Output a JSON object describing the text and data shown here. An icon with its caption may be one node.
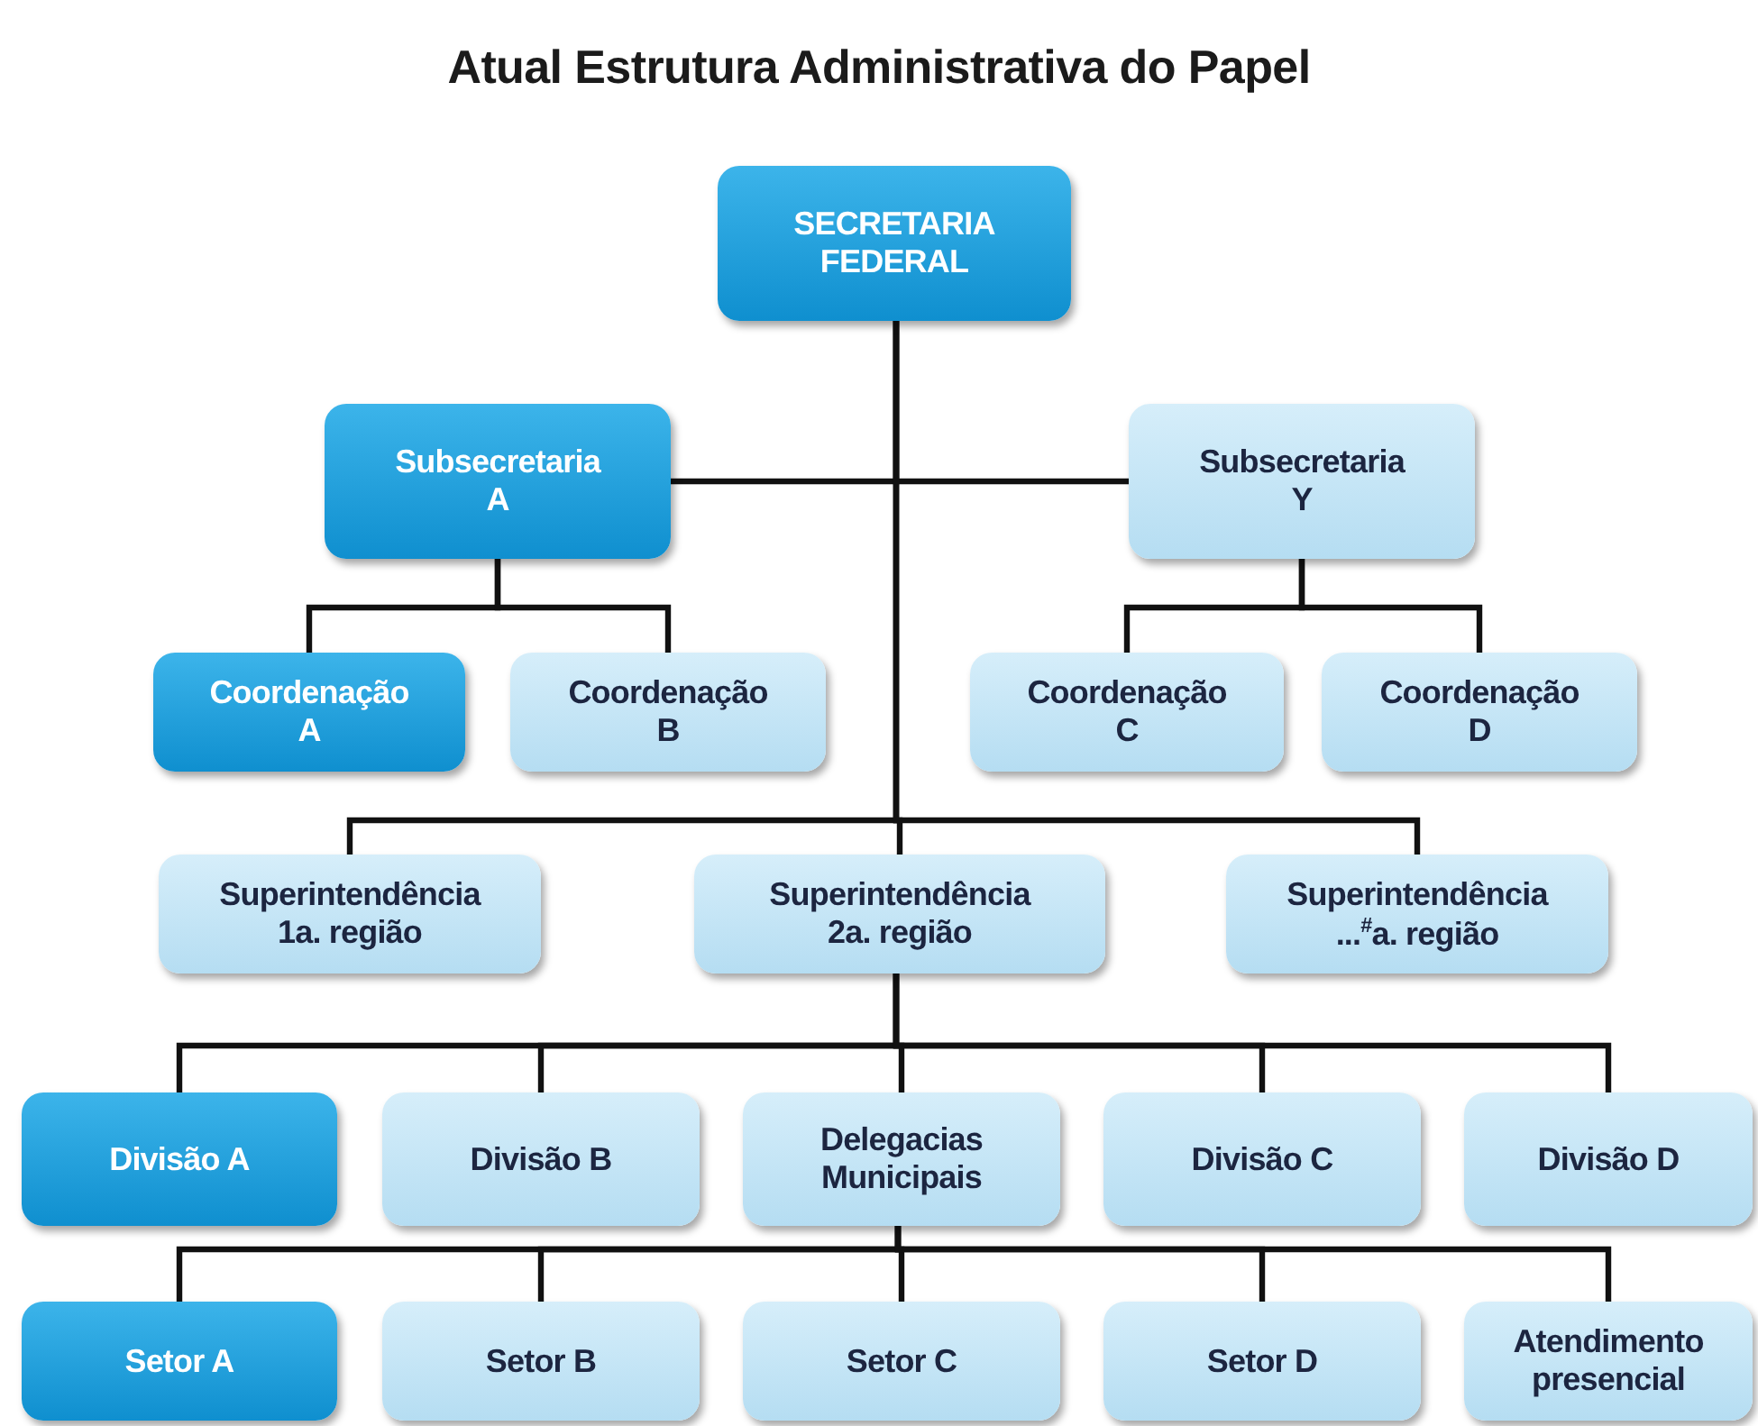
{
  "diagram": {
    "title": "Atual Estrutura Administrativa do Papel",
    "nodes": [
      {
        "text": [
          "SECRETARIA FEDERAL"
        ]
      },
      {
        "text": [
          "Subsecretaria A"
        ]
      },
      {
        "text": [
          "Subsecretaria Y"
        ]
      },
      {
        "text": [
          "Coordenação A"
        ]
      },
      {
        "text": [
          "Coordenação B"
        ]
      },
      {
        "text": [
          "Coordenação C"
        ]
      },
      {
        "text": [
          "Coordenação D"
        ]
      },
      {
        "text": [
          "Superintendência 1a. região"
        ]
      },
      {
        "text": [
          "Superintendência 2a. região"
        ]
      },
      {
        "text": [
          "Superintendência ...$^{#}$a. região"
        ]
      },
      {
        "text": [
          "Divisão A"
        ]
      },
      {
        "text": [
          "Divisão B"
        ]
      },
      {
        "text": [
          "Delegacias Municipais"
        ]
      },
      {
        "text": [
          "Divisão C"
        ]
      },
      {
        "text": [
          "Divisão D"
        ]
      },
      {
        "text": [
          "Setor A"
        ]
      },
      {
        "text": [
          "Setor B"
        ]
      },
      {
        "text": [
          "Setor C"
        ]
      },
      {
        "text": [
          "Setor D"
        ]
      },
      {
        "text": [
          "Atendimento presencial"
        ]
      }
    ],
    "edges": [
      {
        "from": 0,
        "to": 1,
        "arrow": "none"
      },
      {
        "from": 0,
        "to": 2,
        "arrow": "none"
      },
      {
        "from": 1,
        "to": 3,
        "arrow": "none"
      },
      {
        "from": 1,
        "to": 4,
        "arrow": "none"
      },
      {
        "from": 2,
        "to": 5,
        "arrow": "none"
      },
      {
        "from": 2,
        "to": 6,
        "arrow": "none"
      },
      {
        "from": 0,
        "to": 7,
        "arrow": "none"
      },
      {
        "from": 0,
        "to": 8,
        "arrow": "none"
      },
      {
        "from": 0,
        "to": 9,
        "arrow": "none"
      },
      {
        "from": 8,
        "to": 10,
        "arrow": "none"
      },
      {
        "from": 8,
        "to": 11,
        "arrow": "none"
      },
      {
        "from": 8,
        "to": 12,
        "arrow": "none"
      },
      {
        "from": 8,
        "to": 13,
        "arrow": "none"
      },
      {
        "from": 8,
        "to": 14,
        "arrow": "none"
      },
      {
        "from": 12,
        "to": 15,
        "arrow": "none"
      },
      {
        "from": 12,
        "to": 16,
        "arrow": "none"
      },
      {
        "from": 12,
        "to": 17,
        "arrow": "none"
      },
      {
        "from": 12,
        "to": 18,
        "arrow": "none"
      },
      {
        "from": 12,
        "to": 19,
        "arrow": "none"
      }
    ]
  }
}
